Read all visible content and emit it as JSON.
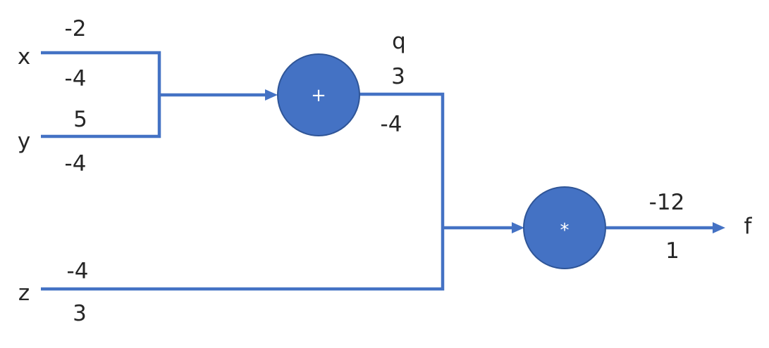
{
  "inputs": {
    "x": {
      "name": "x",
      "forward": "-2",
      "gradient": "-4"
    },
    "y": {
      "name": "y",
      "forward": "5",
      "gradient": "-4"
    },
    "z": {
      "name": "z",
      "forward": "-4",
      "gradient": "3"
    }
  },
  "add_node": {
    "symbol": "+"
  },
  "intermediate": {
    "name": "q",
    "forward": "3",
    "gradient": "-4"
  },
  "mul_node": {
    "symbol": "*"
  },
  "output": {
    "name": "f",
    "forward": "-12",
    "gradient": "1"
  },
  "colors": {
    "wire": "#4472C4",
    "node_fill": "#4472C4",
    "node_border": "#2F5597",
    "text": "#262626",
    "node_text": "#ffffff"
  }
}
